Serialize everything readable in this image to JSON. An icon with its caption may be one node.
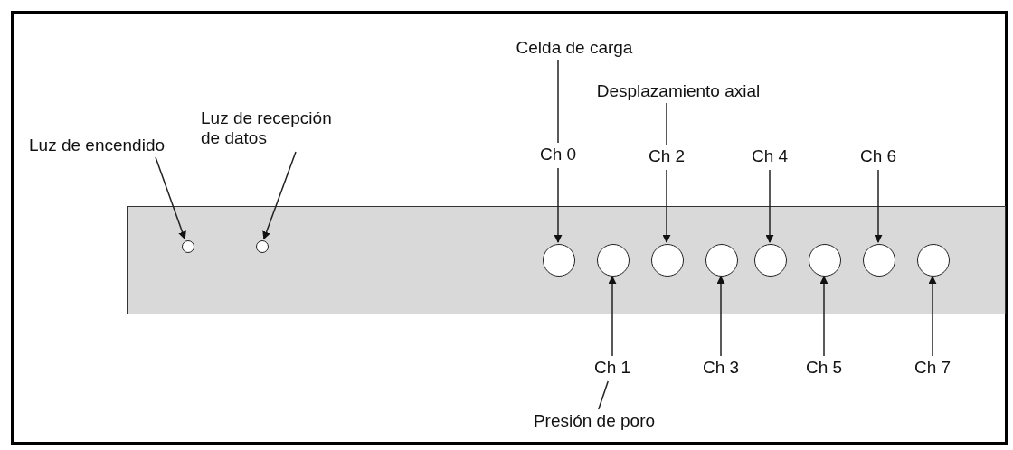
{
  "diagram": {
    "nodes": [
      {
        "text": [
          "Celda de carga"
        ]
      },
      {
        "text": [
          "Desplazamiento axial"
        ]
      },
      {
        "text": [
          "Luz de encendido"
        ]
      },
      {
        "text": [
          "Luz de recepción de datos"
        ]
      },
      {
        "text": [
          "Ch 0"
        ]
      },
      {
        "text": [
          "Ch 2"
        ]
      },
      {
        "text": [
          "Ch 4"
        ]
      },
      {
        "text": [
          "Ch 6"
        ]
      },
      {
        "text": [],
        "shape": "box"
      },
      {
        "text": [],
        "shape": "circle",
        "in": 8
      },
      {
        "text": [],
        "shape": "circle",
        "in": 8
      },
      {
        "text": [],
        "shape": "circle",
        "in": 8
      },
      {
        "text": [],
        "shape": "circle",
        "in": 8
      },
      {
        "text": [],
        "shape": "circle",
        "in": 8
      },
      {
        "text": [],
        "shape": "circle",
        "in": 8
      },
      {
        "text": [],
        "shape": "circle",
        "in": 8
      },
      {
        "text": [],
        "shape": "circle",
        "in": 8
      },
      {
        "text": [],
        "shape": "circle",
        "in": 8
      },
      {
        "text": [],
        "shape": "circle",
        "in": 8
      },
      {
        "text": [
          "Ch 1"
        ]
      },
      {
        "text": [
          "Ch 3"
        ]
      },
      {
        "text": [
          "Ch 5"
        ]
      },
      {
        "text": [
          "Ch 7"
        ]
      },
      {
        "text": [
          "Presión de poro"
        ]
      }
    ],
    "edges": [
      {
        "from": 0,
        "to": 4,
        "arrow": "none"
      },
      {
        "from": 1,
        "to": 5,
        "arrow": "none"
      },
      {
        "from": 2,
        "to": 9,
        "arrow": "to"
      },
      {
        "from": 3,
        "to": 10,
        "arrow": "to"
      },
      {
        "from": 4,
        "to": 11,
        "arrow": "to"
      },
      {
        "from": 5,
        "to": 13,
        "arrow": "to"
      },
      {
        "from": 6,
        "to": 15,
        "arrow": "to"
      },
      {
        "from": 7,
        "to": 17,
        "arrow": "to"
      },
      {
        "from": 19,
        "to": 12,
        "arrow": "to"
      },
      {
        "from": 20,
        "to": 14,
        "arrow": "to"
      },
      {
        "from": 21,
        "to": 16,
        "arrow": "to"
      },
      {
        "from": 22,
        "to": 18,
        "arrow": "to"
      },
      {
        "from": 19,
        "to": 23,
        "arrow": "none"
      }
    ]
  }
}
